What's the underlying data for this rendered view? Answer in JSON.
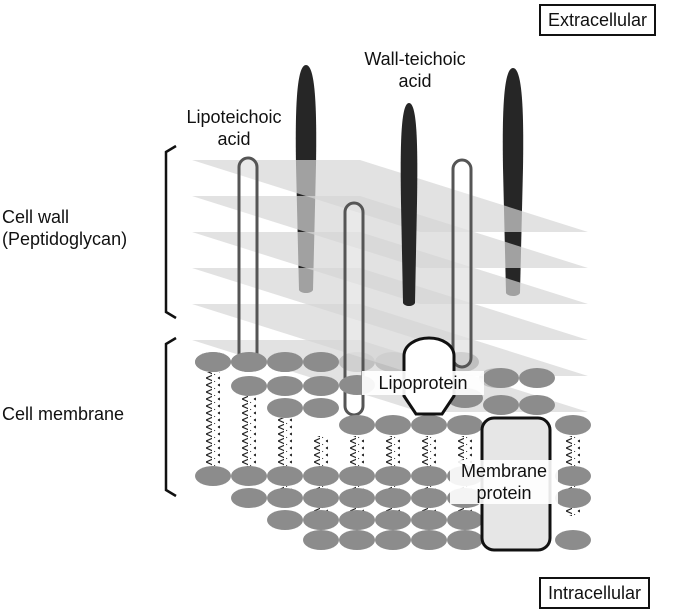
{
  "labels": {
    "extracellular": "Extracellular",
    "intracellular": "Intracellular",
    "wall_teichoic_line1": "Wall-teichoic",
    "wall_teichoic_line2": "acid",
    "lipoteichoic_line1": "Lipoteichoic",
    "lipoteichoic_line2": "acid",
    "cell_wall_line1": "Cell wall",
    "cell_wall_line2": "(Peptidoglycan)",
    "cell_membrane": "Cell membrane",
    "lipoprotein": "Lipoprotein",
    "membrane_protein_line1": "Membrane",
    "membrane_protein_line2": "protein"
  },
  "colors": {
    "lipid_head": "#8c8c8c",
    "peptidoglycan_sheet": "#d6d6d6",
    "wall_teichoic": "#262626",
    "outline": "#111111",
    "label_box": "#ffffff"
  }
}
